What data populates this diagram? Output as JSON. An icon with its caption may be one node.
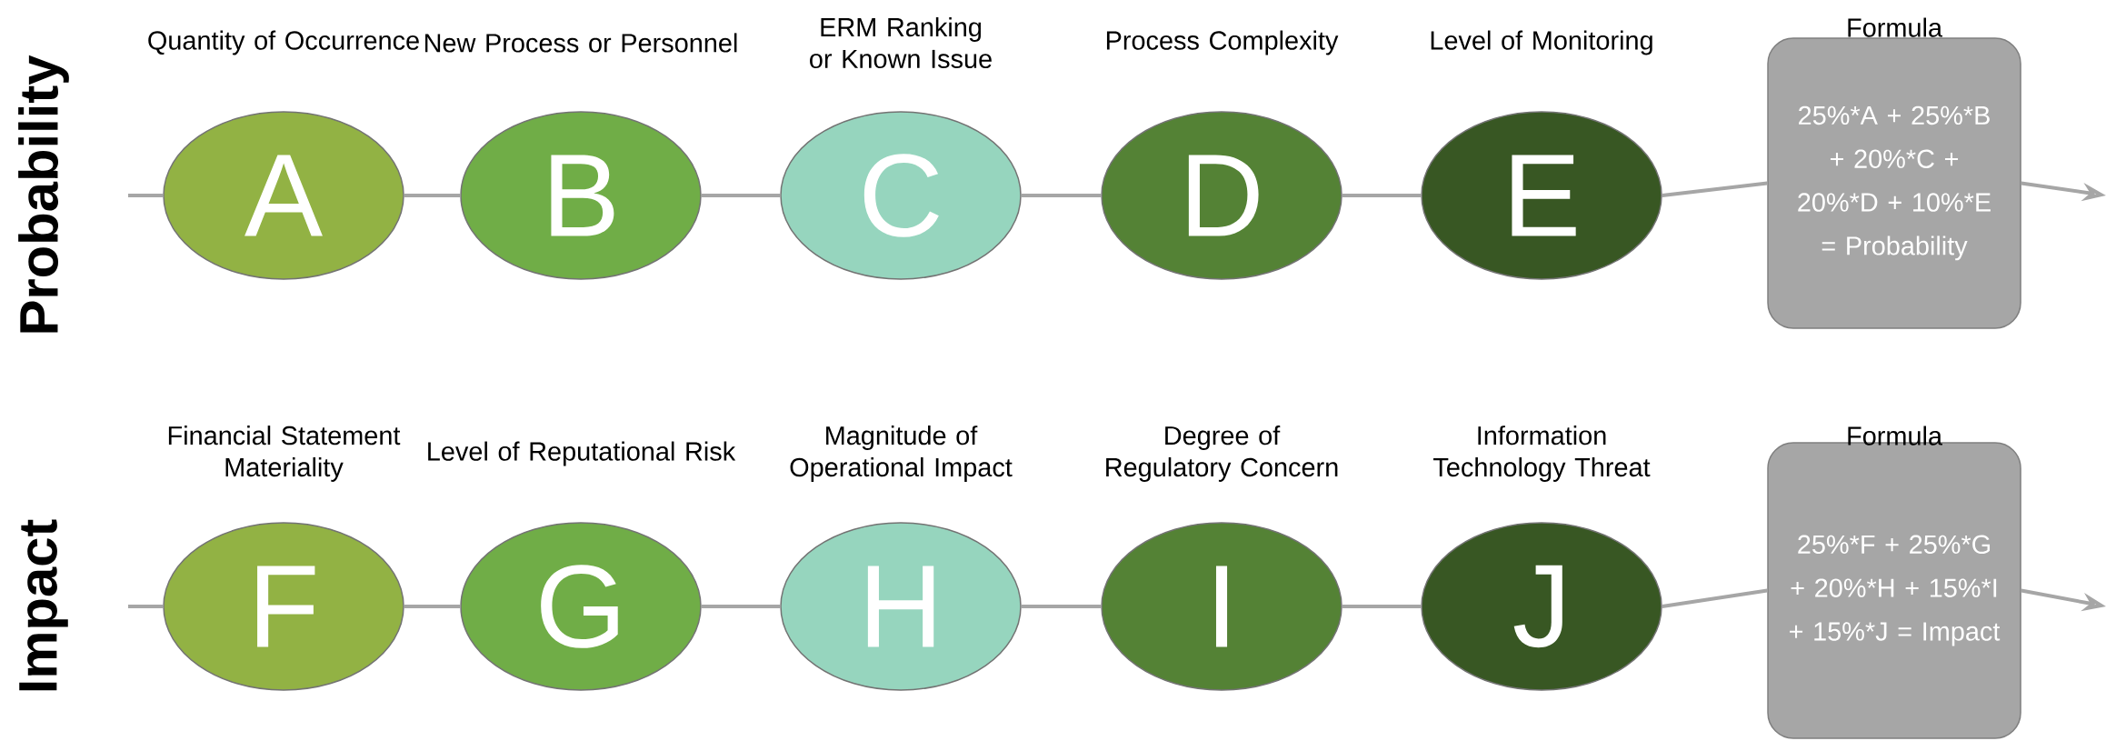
{
  "diagram": {
    "nodes": [
      {
        "text": [
          "A"
        ],
        "beside": [
          "Quantity of Occurrence"
        ]
      },
      {
        "text": [
          "B"
        ],
        "beside": [
          "New Process or Personnel"
        ]
      },
      {
        "text": [
          "C"
        ],
        "beside": [
          "ERM Ranking or Known Issue"
        ]
      },
      {
        "text": [
          "D"
        ],
        "beside": [
          "Process Complexity"
        ]
      },
      {
        "text": [
          "E"
        ],
        "beside": [
          "Level of Monitoring"
        ]
      },
      {
        "text": [
          "Formula",
          "25%*A + 25%*B + 20%*C + 20%*D + 10%*E = Probability"
        ]
      },
      {
        "text": [
          "F"
        ],
        "beside": [
          "Financial Statement Materiality"
        ]
      },
      {
        "text": [
          "G"
        ],
        "beside": [
          "Level of Reputational Risk"
        ]
      },
      {
        "text": [
          "H"
        ],
        "beside": [
          "Magnitude of Operational Impact"
        ]
      },
      {
        "text": [
          "I"
        ],
        "beside": [
          "Degree of Regulatory Concern"
        ]
      },
      {
        "text": [
          "J"
        ],
        "beside": [
          "Information Technology Threat"
        ]
      },
      {
        "text": [
          "Formula",
          "25%*F + 25%*G + 20%*H + 15%*I + 15%*J = Impact"
        ]
      }
    ],
    "edges": [
      {
        "from": null,
        "to": 0,
        "arrow": "none"
      },
      {
        "from": 0,
        "to": 1,
        "arrow": "none"
      },
      {
        "from": 1,
        "to": 2,
        "arrow": "none"
      },
      {
        "from": 2,
        "to": 3,
        "arrow": "none"
      },
      {
        "from": 3,
        "to": 4,
        "arrow": "none"
      },
      {
        "from": 4,
        "to": 5,
        "arrow": "none"
      },
      {
        "from": 5,
        "to": null,
        "arrow": "to"
      },
      {
        "from": null,
        "to": 6,
        "arrow": "none"
      },
      {
        "from": 6,
        "to": 7,
        "arrow": "none"
      },
      {
        "from": 7,
        "to": 8,
        "arrow": "none"
      },
      {
        "from": 8,
        "to": 9,
        "arrow": "none"
      },
      {
        "from": 9,
        "to": 10,
        "arrow": "none"
      },
      {
        "from": 10,
        "to": 11,
        "arrow": "none"
      },
      {
        "from": 11,
        "to": null,
        "arrow": "to"
      }
    ],
    "labels": [
      "Probability",
      "Impact"
    ]
  }
}
